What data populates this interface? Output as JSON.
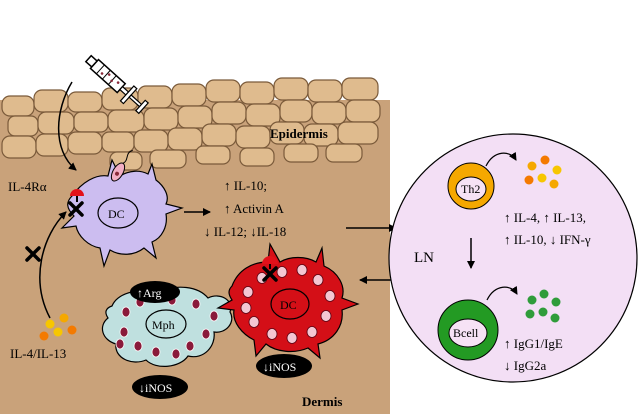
{
  "labels": {
    "epidermis": "Epidermis",
    "dermis": "Dermis",
    "receptor": "IL-4Rα",
    "cytokines": "IL-4/IL-13",
    "dc_left": "DC",
    "dc_right": "DC",
    "macrophage": "Mph",
    "arg": "↑Arg",
    "inos_mph": "↓iNOS",
    "inos_dc": "↓iNOS",
    "cyto_line1": "↑ IL-10;",
    "cyto_line2": "↑ Activin A",
    "cyto_line3": "↓ IL-12; ↓IL-18",
    "ln": "LN",
    "th2": "Th2",
    "th2_out1": "↑ IL-4, ↑ IL-13,",
    "th2_out2": "↑ IL-10, ↓ IFN-γ",
    "bcell": "Bcell",
    "bcell_out1": "↑ IgG1/IgE",
    "bcell_out2": "↓ IgG2a"
  },
  "colors": {
    "dermis": "#c9a27a",
    "epidermis_cell": "#dfbb8e",
    "dc_left": "#ccbdf0",
    "dc_right": "#d40f17",
    "macrophage": "#bfe0df",
    "ln_fill": "#f3dff5",
    "th2": "#f5a800",
    "bcell": "#239a23",
    "blocker": "#e3101a"
  }
}
